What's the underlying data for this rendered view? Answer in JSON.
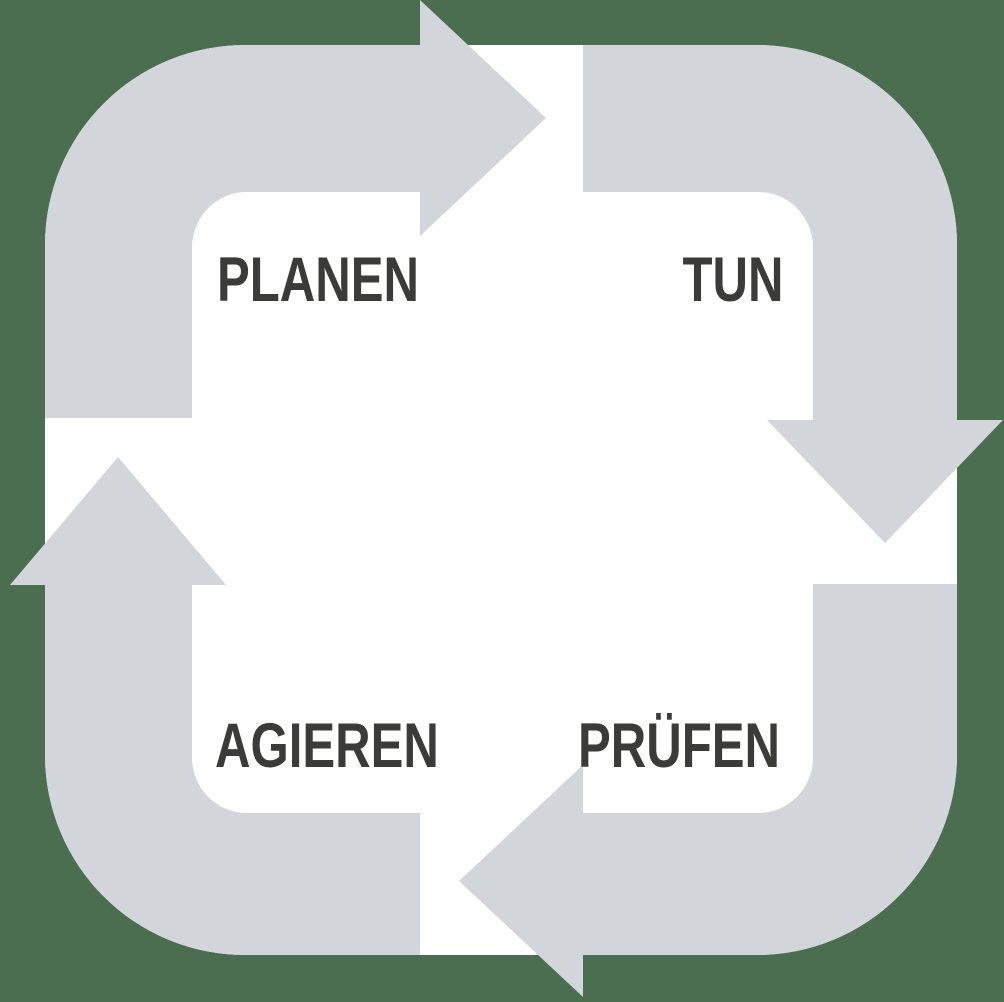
{
  "colors": {
    "background": "#4A6E4F",
    "panel": "#FFFFFF",
    "arrow": "#D2D5DA",
    "label": "#3B3B3A"
  },
  "cycle": {
    "steps": [
      {
        "label": "PLANEN",
        "position": "top-left",
        "arrow_direction": "right"
      },
      {
        "label": "TUN",
        "position": "top-right",
        "arrow_direction": "down"
      },
      {
        "label": "PRÜFEN",
        "position": "bottom-right",
        "arrow_direction": "left"
      },
      {
        "label": "AGIEREN",
        "position": "bottom-left",
        "arrow_direction": "up"
      }
    ]
  }
}
